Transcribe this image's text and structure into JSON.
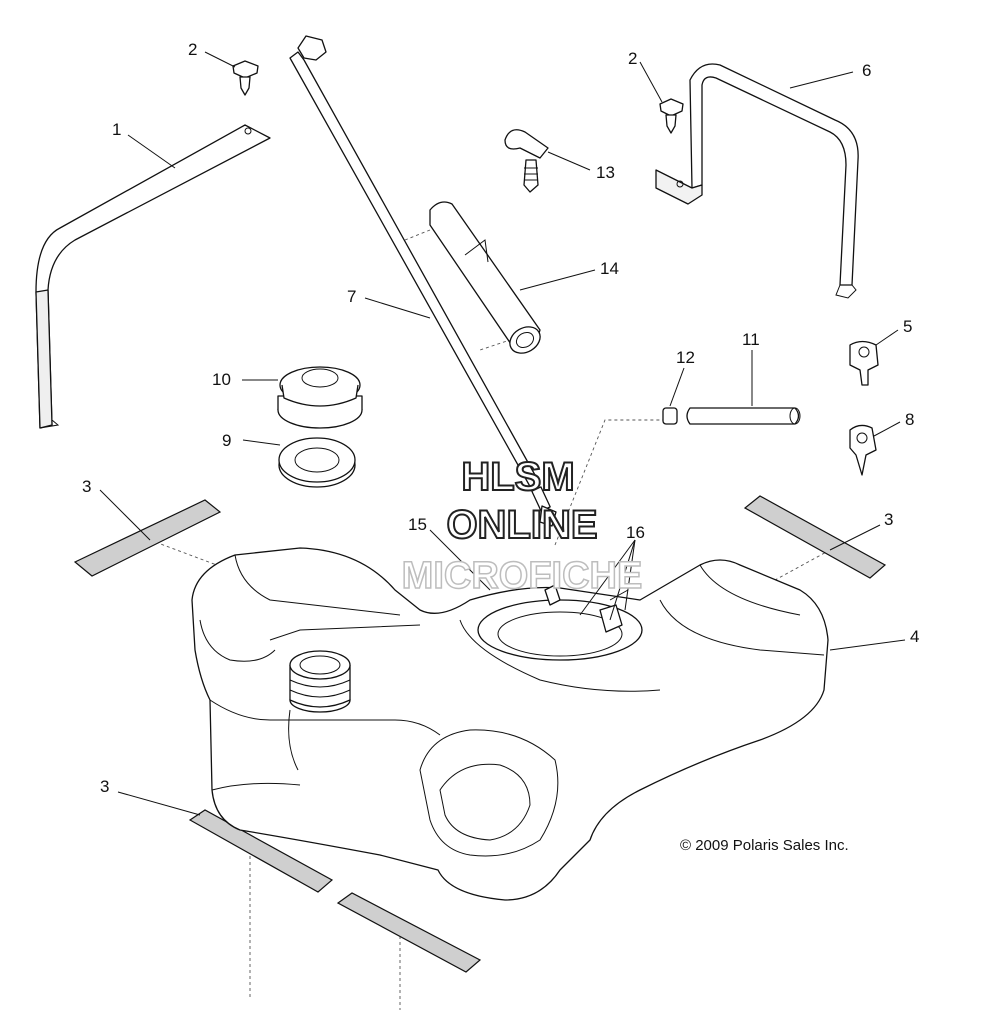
{
  "callouts": {
    "c1": "1",
    "c2a": "2",
    "c2b": "2",
    "c3a": "3",
    "c3b": "3",
    "c3c": "3",
    "c4": "4",
    "c5": "5",
    "c6": "6",
    "c7": "7",
    "c8": "8",
    "c9": "9",
    "c10": "10",
    "c11": "11",
    "c12": "12",
    "c13": "13",
    "c14": "14",
    "c15": "15",
    "c16": "16"
  },
  "copyright": "© 2009 Polaris Sales Inc.",
  "watermark": {
    "line1": "HLSM",
    "line2": "ONLINE",
    "line3": "MICROFICHE"
  }
}
